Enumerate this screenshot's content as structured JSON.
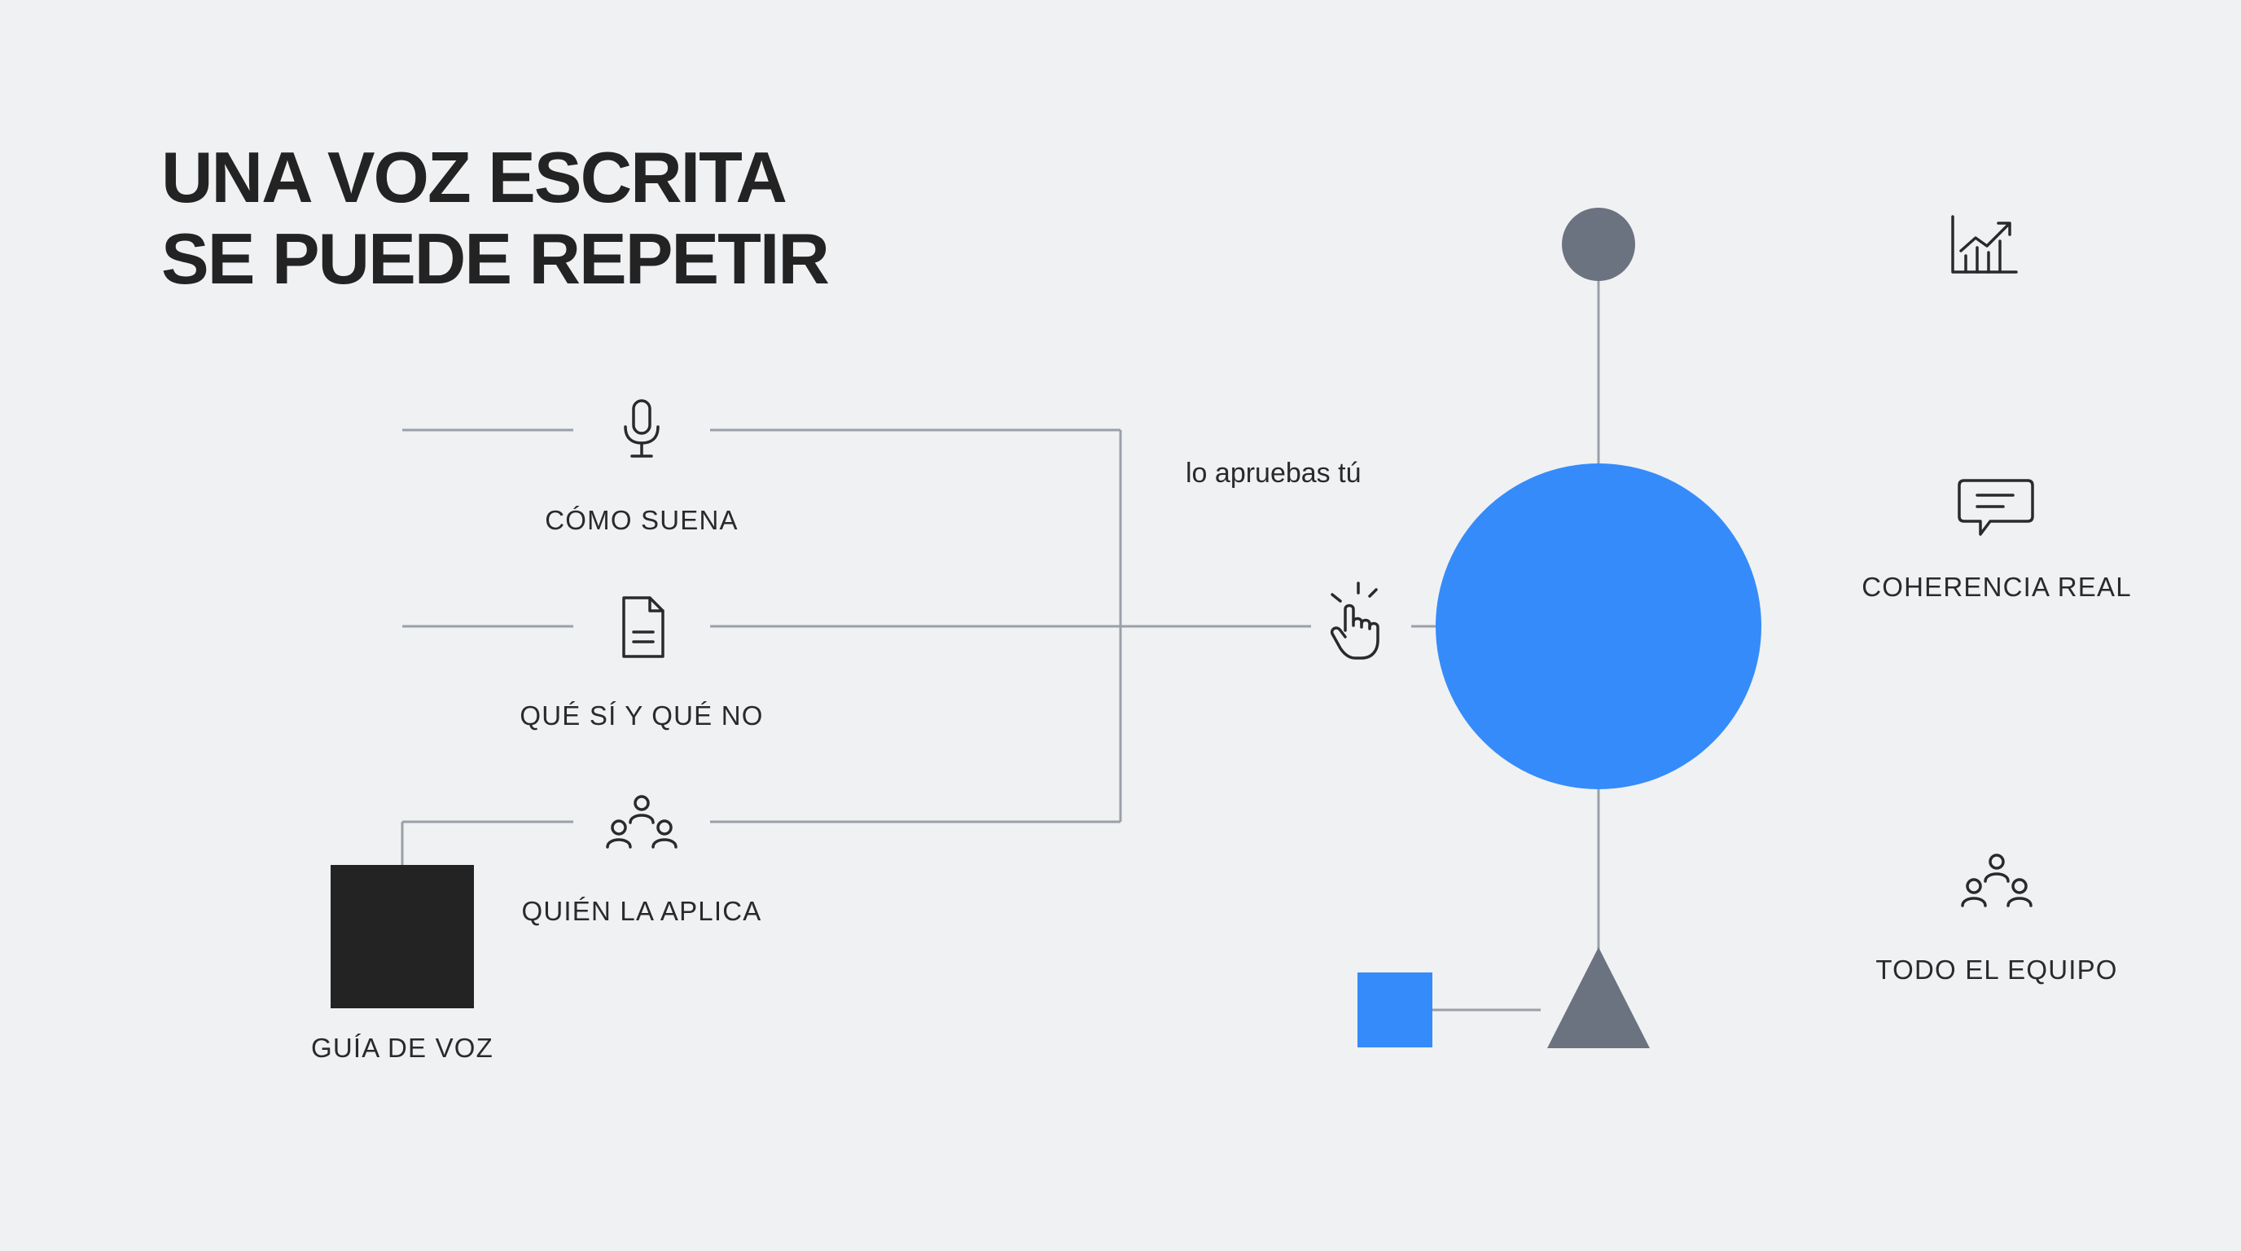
{
  "title": {
    "line1": "UNA VOZ ESCRITA",
    "line2": "SE PUEDE REPETIR"
  },
  "inputs": [
    {
      "label": "CÓMO SUENA",
      "icon": "microphone-icon"
    },
    {
      "label": "QUÉ SÍ Y QUÉ NO",
      "icon": "document-icon"
    },
    {
      "label": "QUIÉN LA APLICA",
      "icon": "team-icon"
    }
  ],
  "source": {
    "label": "GUÍA DE VOZ"
  },
  "approval": {
    "label": "lo apruebas tú",
    "icon": "hand-tap-icon"
  },
  "outcomes": [
    {
      "label": "",
      "icon": "growth-chart-icon"
    },
    {
      "label": "COHERENCIA REAL",
      "icon": "chat-bubble-icon"
    },
    {
      "label": "TODO EL EQUIPO",
      "icon": "team-icon"
    }
  ],
  "colors": {
    "accent": "#358bfa",
    "dark": "#232323",
    "grey": "#6b7280",
    "line": "#9aa0a8"
  }
}
